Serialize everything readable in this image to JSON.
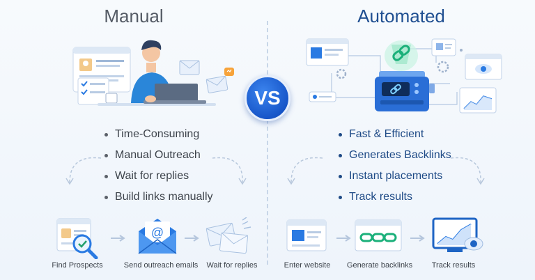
{
  "manual": {
    "title": "Manual",
    "bullets": [
      "Time-Consuming",
      "Manual Outreach",
      "Wait for replies",
      "Build links manually"
    ],
    "steps": [
      "Find Prospects",
      "Send outreach emails",
      "Wait for replies"
    ]
  },
  "vs_label": "VS",
  "automated": {
    "title": "Automated",
    "bullets": [
      "Fast & Efficient",
      "Generates Backlinks",
      "Instant placements",
      "Track results"
    ],
    "steps": [
      "Enter website",
      "Generate backlinks",
      "Track results"
    ]
  },
  "colors": {
    "manual_title": "#555c66",
    "automated_title": "#1f4f91",
    "vs_circle": "#1756c9",
    "accent_blue": "#2a7ae2"
  }
}
